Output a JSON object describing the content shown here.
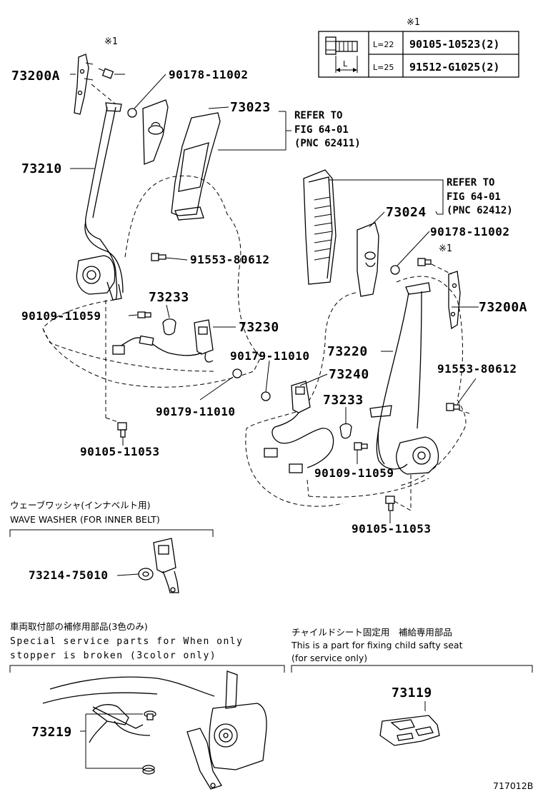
{
  "table": {
    "title": "※1",
    "rows": [
      {
        "length": "L=22",
        "part": "90105-10523(2)"
      },
      {
        "length": "L=25",
        "part": "91512-G1025(2)"
      }
    ],
    "dim_label": "L"
  },
  "left_seat": {
    "belt_anchor": "73200A",
    "anchor_bolt_note": "※1",
    "nut": "90178-11002",
    "cover": "73023",
    "refer": [
      "REFER TO",
      "FIG 64-01",
      "(PNC 62411)"
    ],
    "belt": "73210",
    "bolt_mid": "91553-80612",
    "cover_small": "73233",
    "bolt_retractor": "90109-11059",
    "buckle": "73230",
    "nut_buckle": "90179-11010",
    "bolt_floor": "90105-11053"
  },
  "right_seat": {
    "refer": [
      "REFER TO",
      "FIG 64-01",
      "(PNC 62412)"
    ],
    "cover": "73024",
    "nut": "90178-11002",
    "bolt_note": "※1",
    "belt_anchor": "73200A",
    "belt": "73220",
    "nut_buckle": "90179-11010",
    "buckle": "73240",
    "bolt_mid": "91553-80612",
    "cover_small": "73233",
    "bolt_retractor": "90109-11059",
    "bolt_floor": "90105-11053"
  },
  "wave_washer": {
    "title_jp": "ウェーブワッシャ(インナベルト用)",
    "title_en": "WAVE WASHER (FOR INNER BELT)",
    "part": "73214-75010"
  },
  "stopper": {
    "title_jp": "車両取付部の補修用部品(3色のみ)",
    "line1": "Special  service  parts  for  When  only",
    "line2": "stopper  is  broken  (3color  only)",
    "part": "73219"
  },
  "child_seat": {
    "title_jp": "チャイルドシート固定用　補給専用部品",
    "line1": "This is a part for fixing child safty seat",
    "line2": "(for service only)",
    "part": "73119"
  },
  "figure_id": "717012B"
}
